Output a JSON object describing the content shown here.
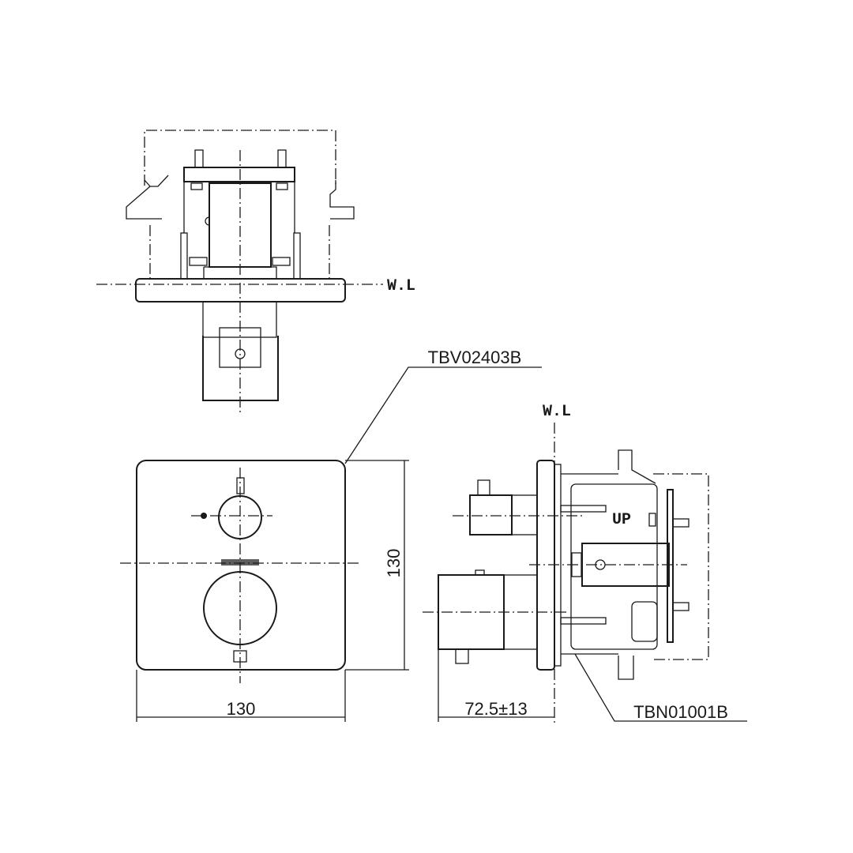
{
  "top_view": {
    "waterline_label": "W.L"
  },
  "front_view": {
    "part_label": "TBV02403B",
    "width_dimension": "130",
    "height_dimension": "130"
  },
  "side_view": {
    "waterline_label": "W.L",
    "part_label": "TBN01001B",
    "depth_dimension": "72.5±13",
    "up_marking": "UP"
  }
}
